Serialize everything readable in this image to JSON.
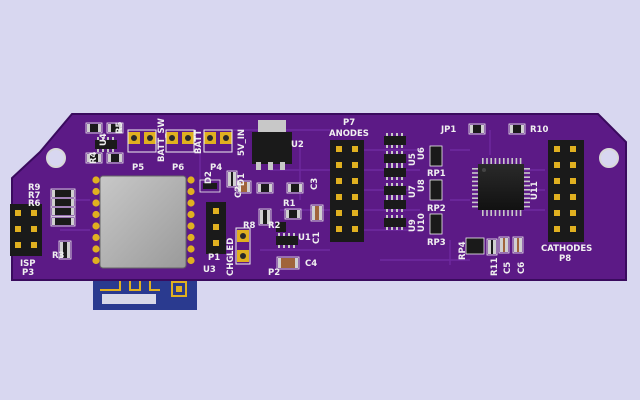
{
  "colors": {
    "background": "#d8d7f0",
    "board": "#5c1a86",
    "board_dark": "#3a0b5e",
    "trace": "#6f2aa0",
    "gold": "#e0b020",
    "silkscreen": "#f0f0f0",
    "module_blue": "#2a3a8f"
  },
  "labels": {
    "p7": "P7",
    "anodes": "ANODES",
    "jp1": "JP1",
    "r10": "R10",
    "r4": "R4",
    "u4": "U4",
    "r5": "R5",
    "batt_sw": "BATT_SW",
    "batt": "BATT",
    "v5_in": "5V_IN",
    "p5": "P5",
    "p6": "P6",
    "p4": "P4",
    "u2": "U2",
    "d2": "D2",
    "d1": "D1",
    "c2": "C2",
    "c3": "C3",
    "r9": "R9",
    "r7": "R7",
    "r6": "R6",
    "r3": "R3",
    "isp": "ISP",
    "p3": "P3",
    "u3": "U3",
    "p1": "P1",
    "chg": "CHG",
    "led": "LED",
    "r8": "R8",
    "r2": "R2",
    "r1": "R1",
    "u1": "U1",
    "c1": "C1",
    "p2": "P2",
    "c4": "C4",
    "u5": "U5",
    "u6": "U6",
    "u7": "U7",
    "u8": "U8",
    "u9": "U9",
    "u10": "U10",
    "rp1": "RP1",
    "rp2": "RP2",
    "rp3": "RP3",
    "rp4": "RP4",
    "r11": "R11",
    "c5": "C5",
    "c6": "C6",
    "u11": "U11",
    "cathodes": "CATHODES",
    "p8": "P8"
  }
}
